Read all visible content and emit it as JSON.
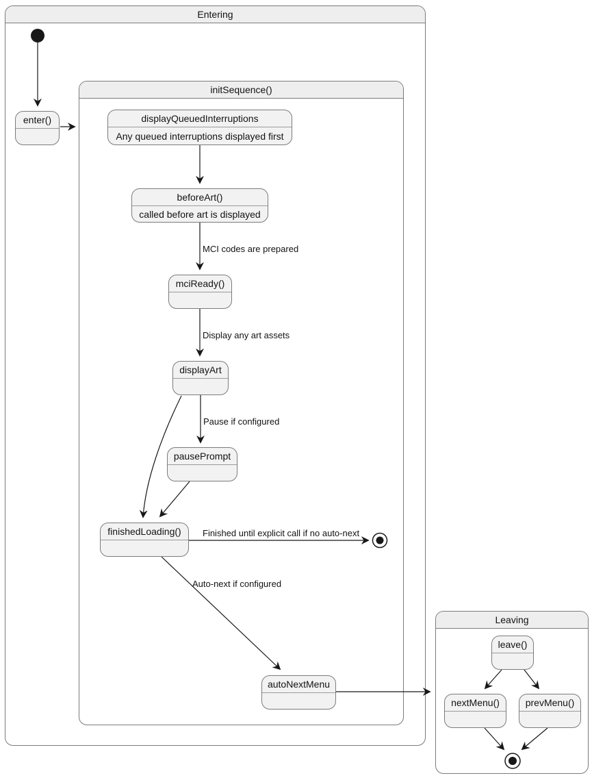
{
  "diagram": {
    "type": "uml-state-diagram",
    "containers": {
      "entering": {
        "title": "Entering"
      },
      "init_sequence": {
        "title": "initSequence()"
      },
      "leaving": {
        "title": "Leaving"
      }
    },
    "states": {
      "enter": {
        "title": "enter()"
      },
      "display_queued_interruptions": {
        "title": "displayQueuedInterruptions",
        "description": "Any queued interruptions displayed first"
      },
      "before_art": {
        "title": "beforeArt()",
        "description": "called before art is displayed"
      },
      "mci_ready": {
        "title": "mciReady()"
      },
      "display_art": {
        "title": "displayArt"
      },
      "pause_prompt": {
        "title": "pausePrompt"
      },
      "finished_loading": {
        "title": "finishedLoading()"
      },
      "auto_next_menu": {
        "title": "autoNextMenu"
      },
      "leave": {
        "title": "leave()"
      },
      "next_menu": {
        "title": "nextMenu()"
      },
      "prev_menu": {
        "title": "prevMenu()"
      }
    },
    "transitions": {
      "mci_codes": "MCI codes are prepared",
      "display_art_assets": "Display any art assets",
      "pause_if_configured": "Pause if configured",
      "finished_no_autonext": "Finished until explicit call if no auto-next",
      "auto_next_configured": "Auto-next if configured"
    },
    "colors": {
      "state_fill": "#f2f2f2",
      "header_fill": "#eeeeee",
      "border": "#7b7b7b",
      "arrow": "#181818",
      "text": "#121212",
      "background": "#ffffff"
    }
  }
}
